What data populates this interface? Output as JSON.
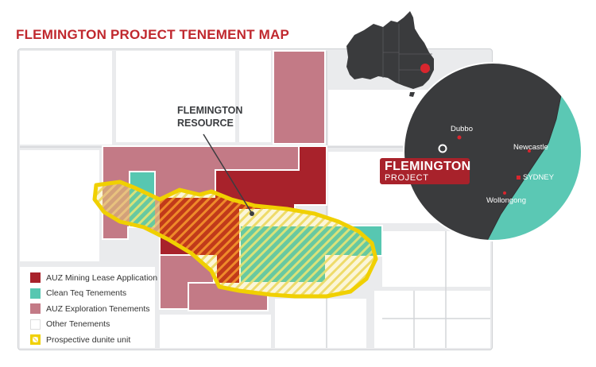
{
  "title": "FLEMINGTON PROJECT TENEMENT MAP",
  "resource_label": {
    "line1": "FLEMINGTON",
    "line2": "RESOURCE"
  },
  "legend": [
    {
      "label": "AUZ Mining Lease Application",
      "color": "#a8222b"
    },
    {
      "label": "Clean Teq Tenements",
      "color": "#57c7b1"
    },
    {
      "label": "AUZ Exploration Tenements",
      "color": "#c37a86"
    },
    {
      "label": "Other Tenements",
      "color": "#ffffff"
    },
    {
      "label": "Prospective dunite unit",
      "color": "#f0d000"
    }
  ],
  "inset": {
    "project_name": "FLEMINGTON",
    "project_sub": "PROJECT",
    "cities": {
      "dubbo": "Dubbo",
      "newcastle": "Newcastle",
      "sydney": "SYDNEY",
      "wollongong": "Wollongong"
    },
    "colors": {
      "land": "#3a3b3d",
      "ocean": "#5bc8b4",
      "marker": "#d9262e"
    }
  },
  "icons": {
    "australia": "australia-map-icon",
    "location": "location-marker-icon"
  }
}
